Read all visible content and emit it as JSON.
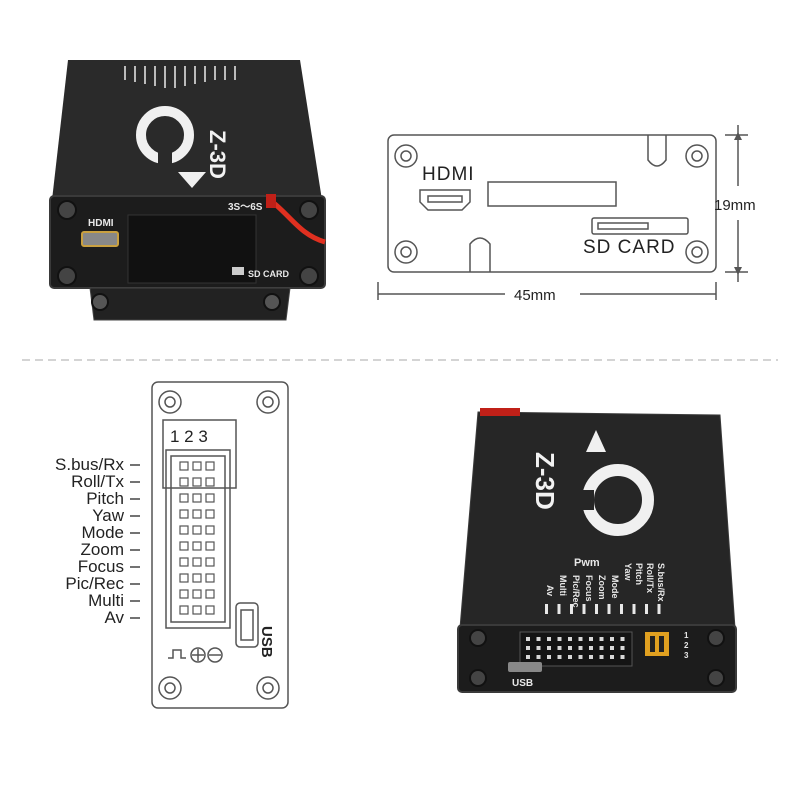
{
  "front_photo": {
    "hdmi_label": "HDMI",
    "voltage_label": "3S～6S",
    "sd_label": "SD CARD",
    "logo_text": "Z-3D"
  },
  "front_drawing": {
    "hdmi_label": "HDMI",
    "sd_label": "SD CARD",
    "height_label": "19mm",
    "width_label": "45mm"
  },
  "top_drawing": {
    "header_numbers": "1 2 3",
    "usb_label": "USB",
    "pins": [
      "S.bus/Rx",
      "Roll/Tx",
      "Pitch",
      "Yaw",
      "Mode",
      "Zoom",
      "Focus",
      "Pic/Rec",
      "Multi",
      "Av"
    ]
  },
  "top_photo": {
    "logo_text": "Z-3D",
    "pwm_label": "Pwm",
    "pins": [
      "S.bus/Rx",
      "Roll/Tx",
      "Pitch",
      "Yaw",
      "Mode",
      "Zoom",
      "Focus",
      "Pic/Rec",
      "Multi",
      "Av"
    ],
    "header_numbers": [
      "1",
      "2",
      "3"
    ],
    "usb_label": "USB"
  },
  "colors": {
    "case": "#1c1c1c",
    "case_edge": "#3a3a3a",
    "line_art": "#555555",
    "wire_red": "#e03020",
    "header_gold": "#e0a020"
  }
}
